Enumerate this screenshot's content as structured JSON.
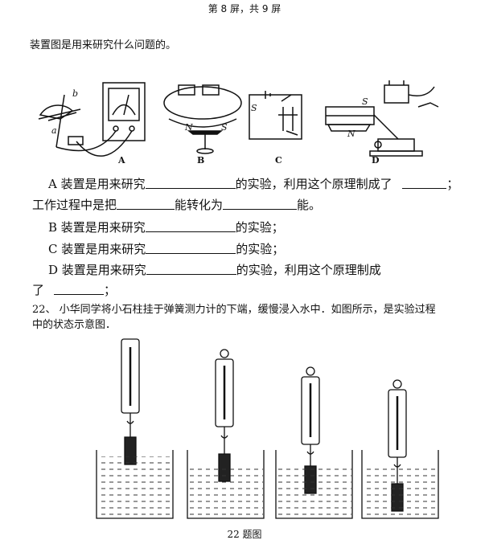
{
  "header": "第 8 屏，共 9 屏",
  "intro": "装置图是用来研究什么问题的。",
  "figure": {
    "labels": [
      "A",
      "B",
      "C",
      "D"
    ],
    "letters": {
      "a": "a",
      "b": "b",
      "N": "N",
      "S": "S"
    }
  },
  "questions": {
    "a_line1_pre": "A 装置是用来研究",
    "a_line1_post": "的实验，利用这个原理制成了",
    "a_line1_end": "；",
    "a_line2_pre": "工作过程中是把",
    "a_line2_mid": "能转化为",
    "a_line2_end": "能。",
    "b_pre": "B 装置是用来研究",
    "b_post": "的实验；",
    "c_pre": "C 装置是用来研究",
    "c_post": "的实验；",
    "d_pre": "D 装置是用来研究",
    "d_post": "的实验，利用这个原理制成",
    "d_line2_pre": "了",
    "d_line2_end": "；"
  },
  "q22": {
    "line1": "22、 小华同学将小石柱挂于弹簧测力计的下端，缓慢浸入水中．如图所示，是实验过程",
    "line2": "中的状态示意图．"
  },
  "caption": "22 题图"
}
